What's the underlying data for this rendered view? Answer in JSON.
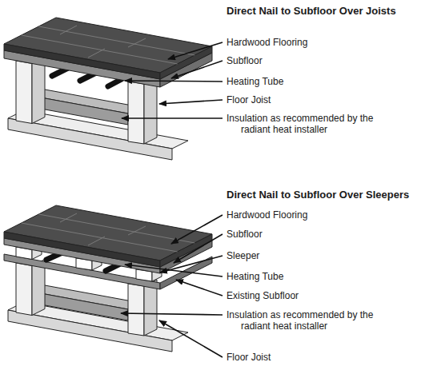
{
  "diagram": {
    "labels": [
      "Direct Nail to Subfloor Over Joists",
      "Hardwood Flooring",
      "Subfloor",
      "Heating Tube",
      "Floor Joist",
      "Insulation as recommended by the radiant heat installer",
      "Direct Nail to Subfloor Over Sleepers",
      "Hardwood Flooring",
      "Subfloor",
      "Sleeper",
      "Heating Tube",
      "Existing Subfloor",
      "Insulation as recommended by the radiant heat installer",
      "Floor Joist"
    ]
  }
}
